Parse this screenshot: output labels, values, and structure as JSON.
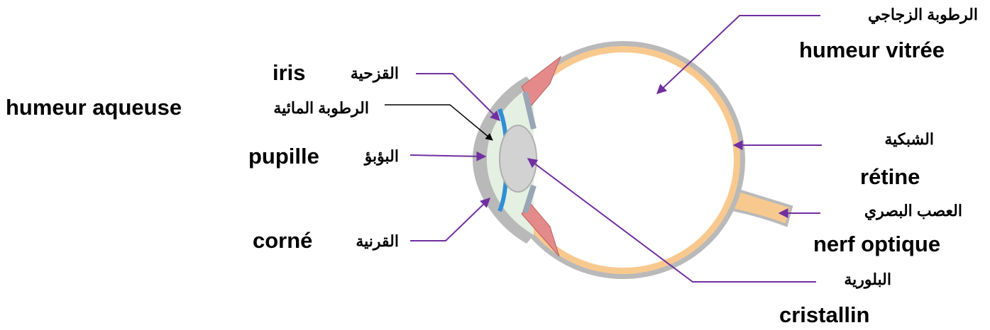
{
  "labels": {
    "iris": {
      "fr": "iris",
      "ar": "القزحية"
    },
    "humeur_aqueuse": {
      "fr": "humeur aqueuse",
      "ar": "الرطوبة المائية"
    },
    "pupille": {
      "fr": "pupille",
      "ar": "البؤبؤ"
    },
    "corne": {
      "fr": "corné",
      "ar": "القرنية"
    },
    "humeur_vitree": {
      "fr": "humeur vitrée",
      "ar": "الرطوبة الزجاجي"
    },
    "retine": {
      "fr": "rétine",
      "ar": "الشبكية"
    },
    "nerf_optique": {
      "fr": "nerf optique",
      "ar": "العصب البصري"
    },
    "cristallin": {
      "fr": "cristallin",
      "ar": "البلورية"
    }
  },
  "colors": {
    "sclera_gray": "#b9b9b9",
    "retina_orange": "#f8c98f",
    "ciliary_red": "#e48a8a",
    "iris_blue": "#2f8fd6",
    "lens_gray": "#d2d2d2",
    "aqueous_green": "#e4f0e1",
    "pointer_purple": "#7030a0",
    "pointer_black": "#000000"
  }
}
